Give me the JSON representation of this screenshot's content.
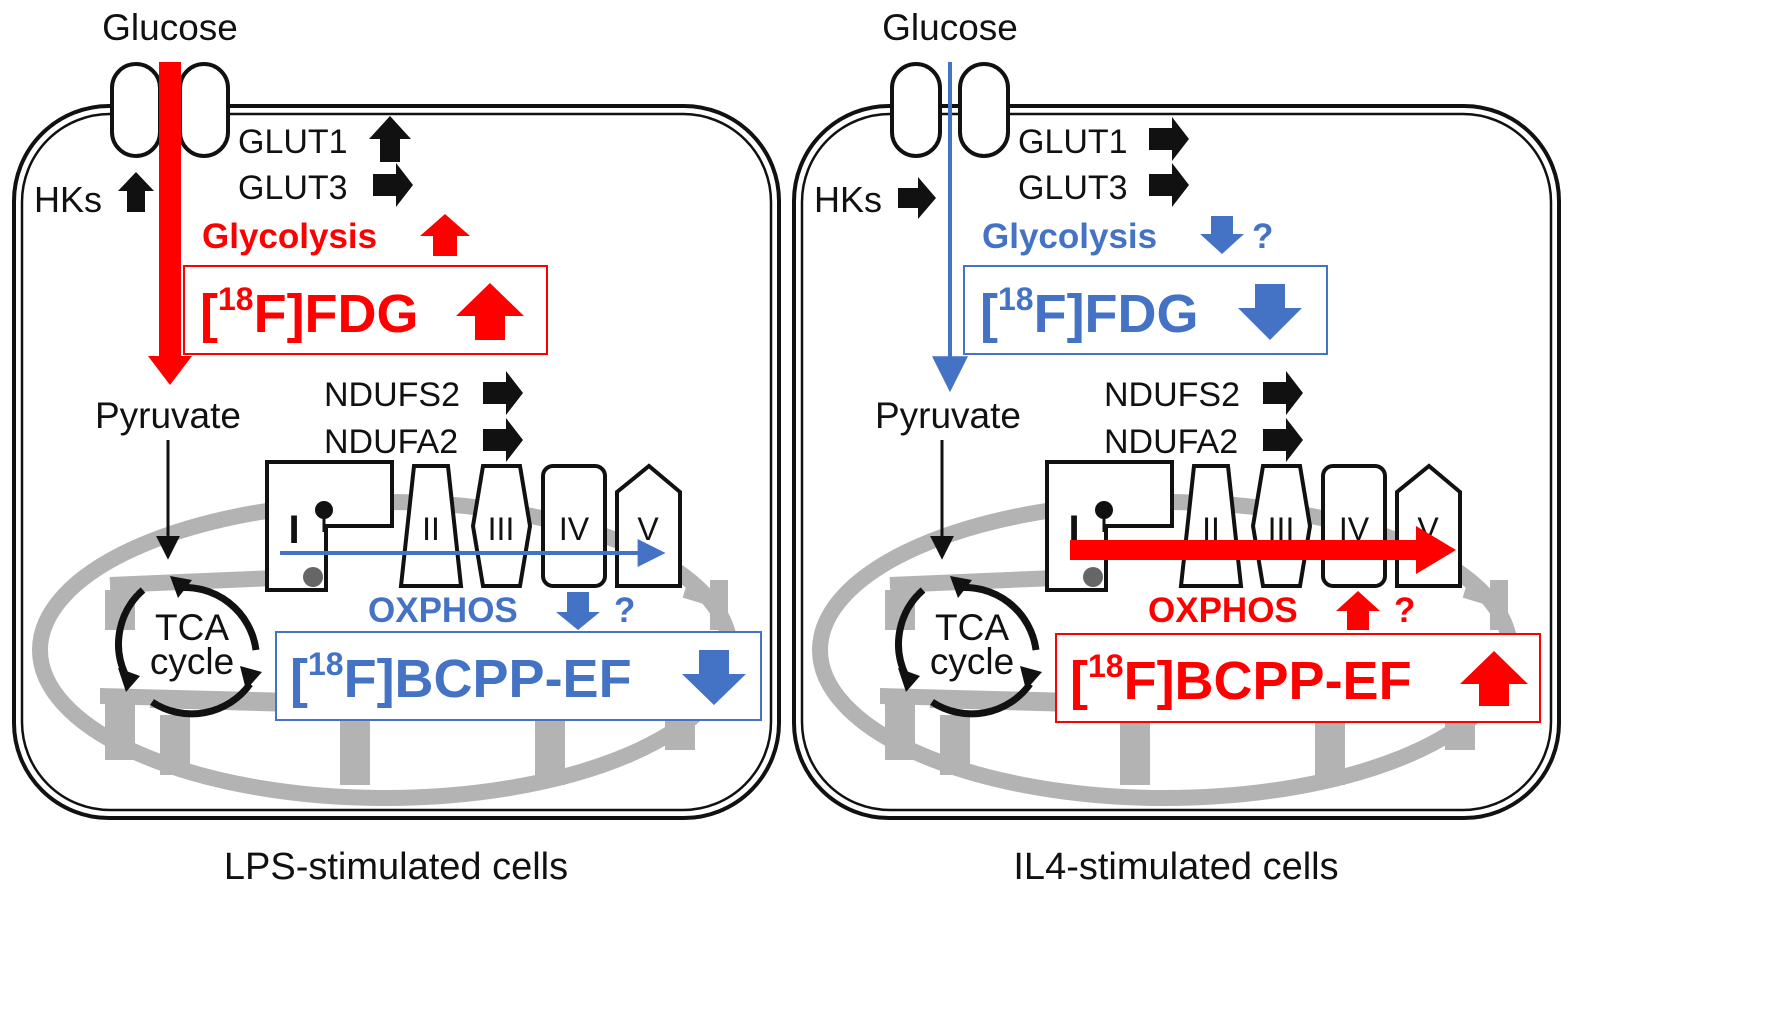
{
  "colors": {
    "up_red": "#ff0000",
    "down_blue": "#4472c4",
    "black": "#111111",
    "mito_grey": "#b3b3b3"
  },
  "panels": [
    {
      "id": "lps",
      "glucose": "Glucose",
      "glut1": "GLUT1",
      "glut3": "GLUT3",
      "hks": "HKs",
      "glycolysis": "Glycolysis",
      "glycolysis_q": "",
      "fdg_bracket": "[",
      "fdg_sup": "18",
      "fdg_rest": "F]FDG",
      "pyruvate": "Pyruvate",
      "ndufs2": "NDUFS2",
      "ndufa2": "NDUFA2",
      "complex_1": "I",
      "complex_2": "II",
      "complex_3": "III",
      "complex_4": "IV",
      "complex_5": "V",
      "oxphos": "OXPHOS",
      "oxphos_q": "?",
      "tca_line1": "TCA",
      "tca_line2": "cycle",
      "bcpp_bracket": "[",
      "bcpp_sup": "18",
      "bcpp_rest": "F]BCPP-EF",
      "caption": "LPS-stimulated cells",
      "glut_arrow": "up",
      "hks_arrow": "up",
      "glycolysis_arrow": "up",
      "fdg_arrow": "up",
      "oxphos_arrow": "down",
      "bcpp_arrow": "down",
      "ndufs2_arrow": "right",
      "ndufa2_arrow": "right"
    },
    {
      "id": "il4",
      "glucose": "Glucose",
      "glut1": "GLUT1",
      "glut3": "GLUT3",
      "hks": "HKs",
      "glycolysis": "Glycolysis",
      "glycolysis_q": "?",
      "fdg_bracket": "[",
      "fdg_sup": "18",
      "fdg_rest": "F]FDG",
      "pyruvate": "Pyruvate",
      "ndufs2": "NDUFS2",
      "ndufa2": "NDUFA2",
      "complex_1": "I",
      "complex_2": "II",
      "complex_3": "III",
      "complex_4": "IV",
      "complex_5": "V",
      "oxphos": "OXPHOS",
      "oxphos_q": "?",
      "tca_line1": "TCA",
      "tca_line2": "cycle",
      "bcpp_bracket": "[",
      "bcpp_sup": "18",
      "bcpp_rest": "F]BCPP-EF",
      "caption": "IL4-stimulated cells",
      "glut_arrow": "right",
      "hks_arrow": "right",
      "glycolysis_arrow": "down",
      "fdg_arrow": "down",
      "oxphos_arrow": "up",
      "bcpp_arrow": "up",
      "ndufs2_arrow": "right",
      "ndufa2_arrow": "right"
    }
  ]
}
